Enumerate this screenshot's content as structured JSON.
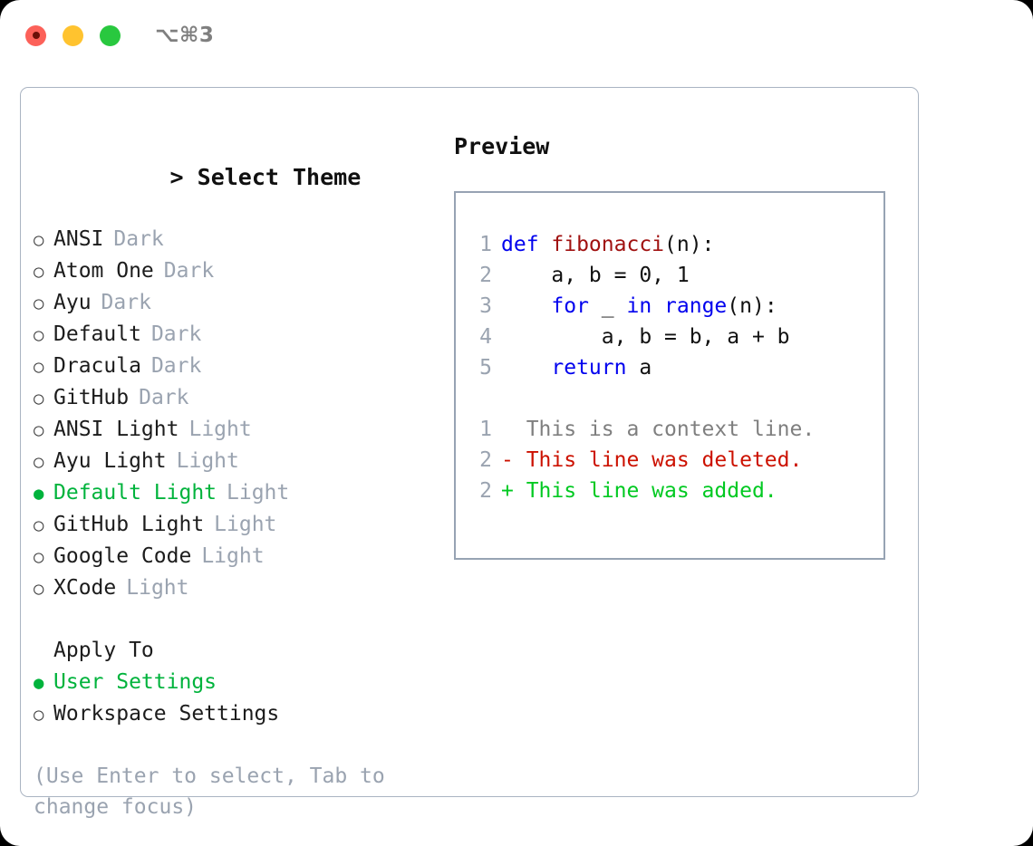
{
  "window": {
    "shortcut": "⌥⌘3",
    "traffic_lights": [
      {
        "name": "close-button",
        "color": "#fc6159",
        "active": true
      },
      {
        "name": "minimize-button",
        "color": "#ffc32f",
        "active": false
      },
      {
        "name": "maximize-button",
        "color": "#29c83f",
        "active": false
      }
    ]
  },
  "colors": {
    "accent_green": "#00b33c",
    "muted_gray": "#9aa3b0",
    "border": "#aab4c2",
    "preview_border": "#97a3b3",
    "keyword_blue": "#0000ee",
    "function_red": "#a01110",
    "diff_delete": "#cc1100",
    "diff_add": "#00c921"
  },
  "theme_list": {
    "header": "Select Theme",
    "header_caret": ">",
    "bullet_unselected": "○",
    "bullet_selected": "●",
    "items": [
      {
        "name": "ANSI",
        "variant": "Dark",
        "selected": false
      },
      {
        "name": "Atom One",
        "variant": "Dark",
        "selected": false
      },
      {
        "name": "Ayu",
        "variant": "Dark",
        "selected": false
      },
      {
        "name": "Default",
        "variant": "Dark",
        "selected": false
      },
      {
        "name": "Dracula",
        "variant": "Dark",
        "selected": false
      },
      {
        "name": "GitHub",
        "variant": "Dark",
        "selected": false
      },
      {
        "name": "ANSI Light",
        "variant": "Light",
        "selected": false
      },
      {
        "name": "Ayu Light",
        "variant": "Light",
        "selected": false
      },
      {
        "name": "Default Light",
        "variant": "Light",
        "selected": true
      },
      {
        "name": "GitHub Light",
        "variant": "Light",
        "selected": false
      },
      {
        "name": "Google Code",
        "variant": "Light",
        "selected": false
      },
      {
        "name": "XCode",
        "variant": "Light",
        "selected": false
      }
    ]
  },
  "apply_to": {
    "header": "Apply To",
    "items": [
      {
        "name": "User Settings",
        "selected": true
      },
      {
        "name": "Workspace Settings",
        "selected": false
      }
    ]
  },
  "hint": "(Use Enter to select, Tab to change focus)",
  "preview": {
    "title": "Preview",
    "code": [
      {
        "lineno": "1",
        "tokens": [
          {
            "text": "def ",
            "kind": "kw"
          },
          {
            "text": "fibonacci",
            "kind": "fn"
          },
          {
            "text": "(n):",
            "kind": "plain"
          }
        ]
      },
      {
        "lineno": "2",
        "tokens": [
          {
            "text": "    a, b = 0, 1",
            "kind": "plain"
          }
        ]
      },
      {
        "lineno": "3",
        "tokens": [
          {
            "text": "    ",
            "kind": "plain"
          },
          {
            "text": "for",
            "kind": "kw"
          },
          {
            "text": " _ ",
            "kind": "plain"
          },
          {
            "text": "in",
            "kind": "kw"
          },
          {
            "text": " ",
            "kind": "plain"
          },
          {
            "text": "range",
            "kind": "kw"
          },
          {
            "text": "(n):",
            "kind": "plain"
          }
        ]
      },
      {
        "lineno": "4",
        "tokens": [
          {
            "text": "        a, b = b, a + b",
            "kind": "plain"
          }
        ]
      },
      {
        "lineno": "5",
        "tokens": [
          {
            "text": "    ",
            "kind": "plain"
          },
          {
            "text": "return",
            "kind": "kw"
          },
          {
            "text": " a",
            "kind": "plain"
          }
        ]
      }
    ],
    "diff": [
      {
        "lineno": "1",
        "tokens": [
          {
            "text": "  This is a context line.",
            "kind": "ctx"
          }
        ]
      },
      {
        "lineno": "2",
        "tokens": [
          {
            "text": "- This line was deleted.",
            "kind": "del"
          }
        ]
      },
      {
        "lineno": "2",
        "tokens": [
          {
            "text": "+ This line was added.",
            "kind": "add"
          }
        ]
      }
    ]
  }
}
